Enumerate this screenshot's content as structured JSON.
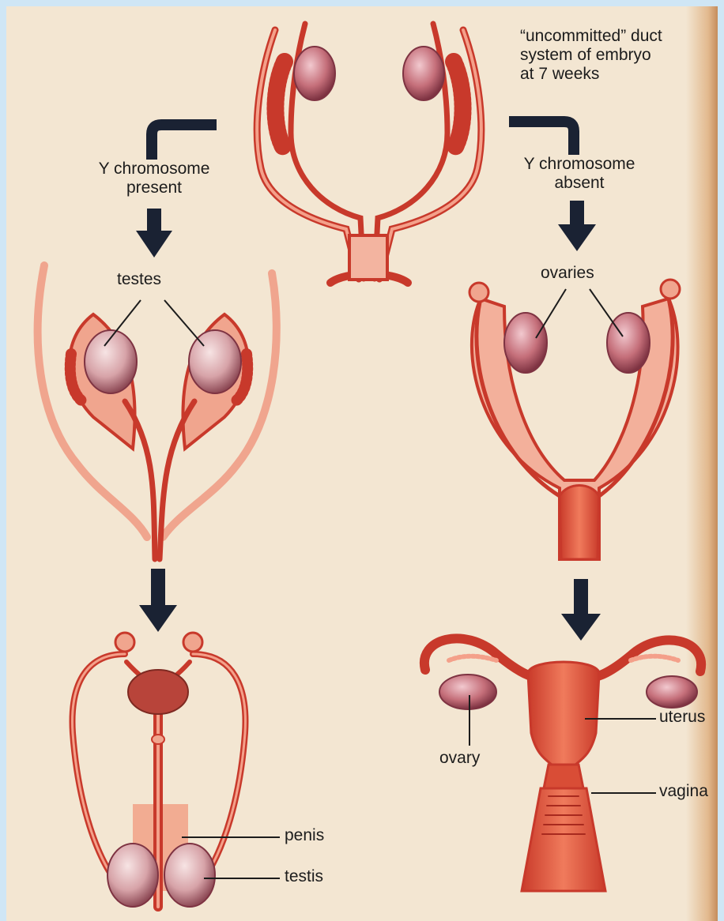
{
  "labels": {
    "embryo_note": [
      "“uncommitted” duct",
      "system of embryo",
      "at 7 weeks"
    ],
    "y_present": [
      "Y chromosome",
      "present"
    ],
    "y_absent": [
      "Y chromosome",
      "absent"
    ],
    "testes": "testes",
    "ovaries": "ovaries",
    "penis": "penis",
    "testis": "testis",
    "uterus": "uterus",
    "vagina": "vagina",
    "ovary": "ovary"
  },
  "colors": {
    "background": "#f3e6d2",
    "frame": "#cfe6f5",
    "tissue_dark": "#c8392b",
    "tissue_light": "#f0a58e",
    "gonad": "#c56f7a",
    "arrow": "#1a2233"
  }
}
